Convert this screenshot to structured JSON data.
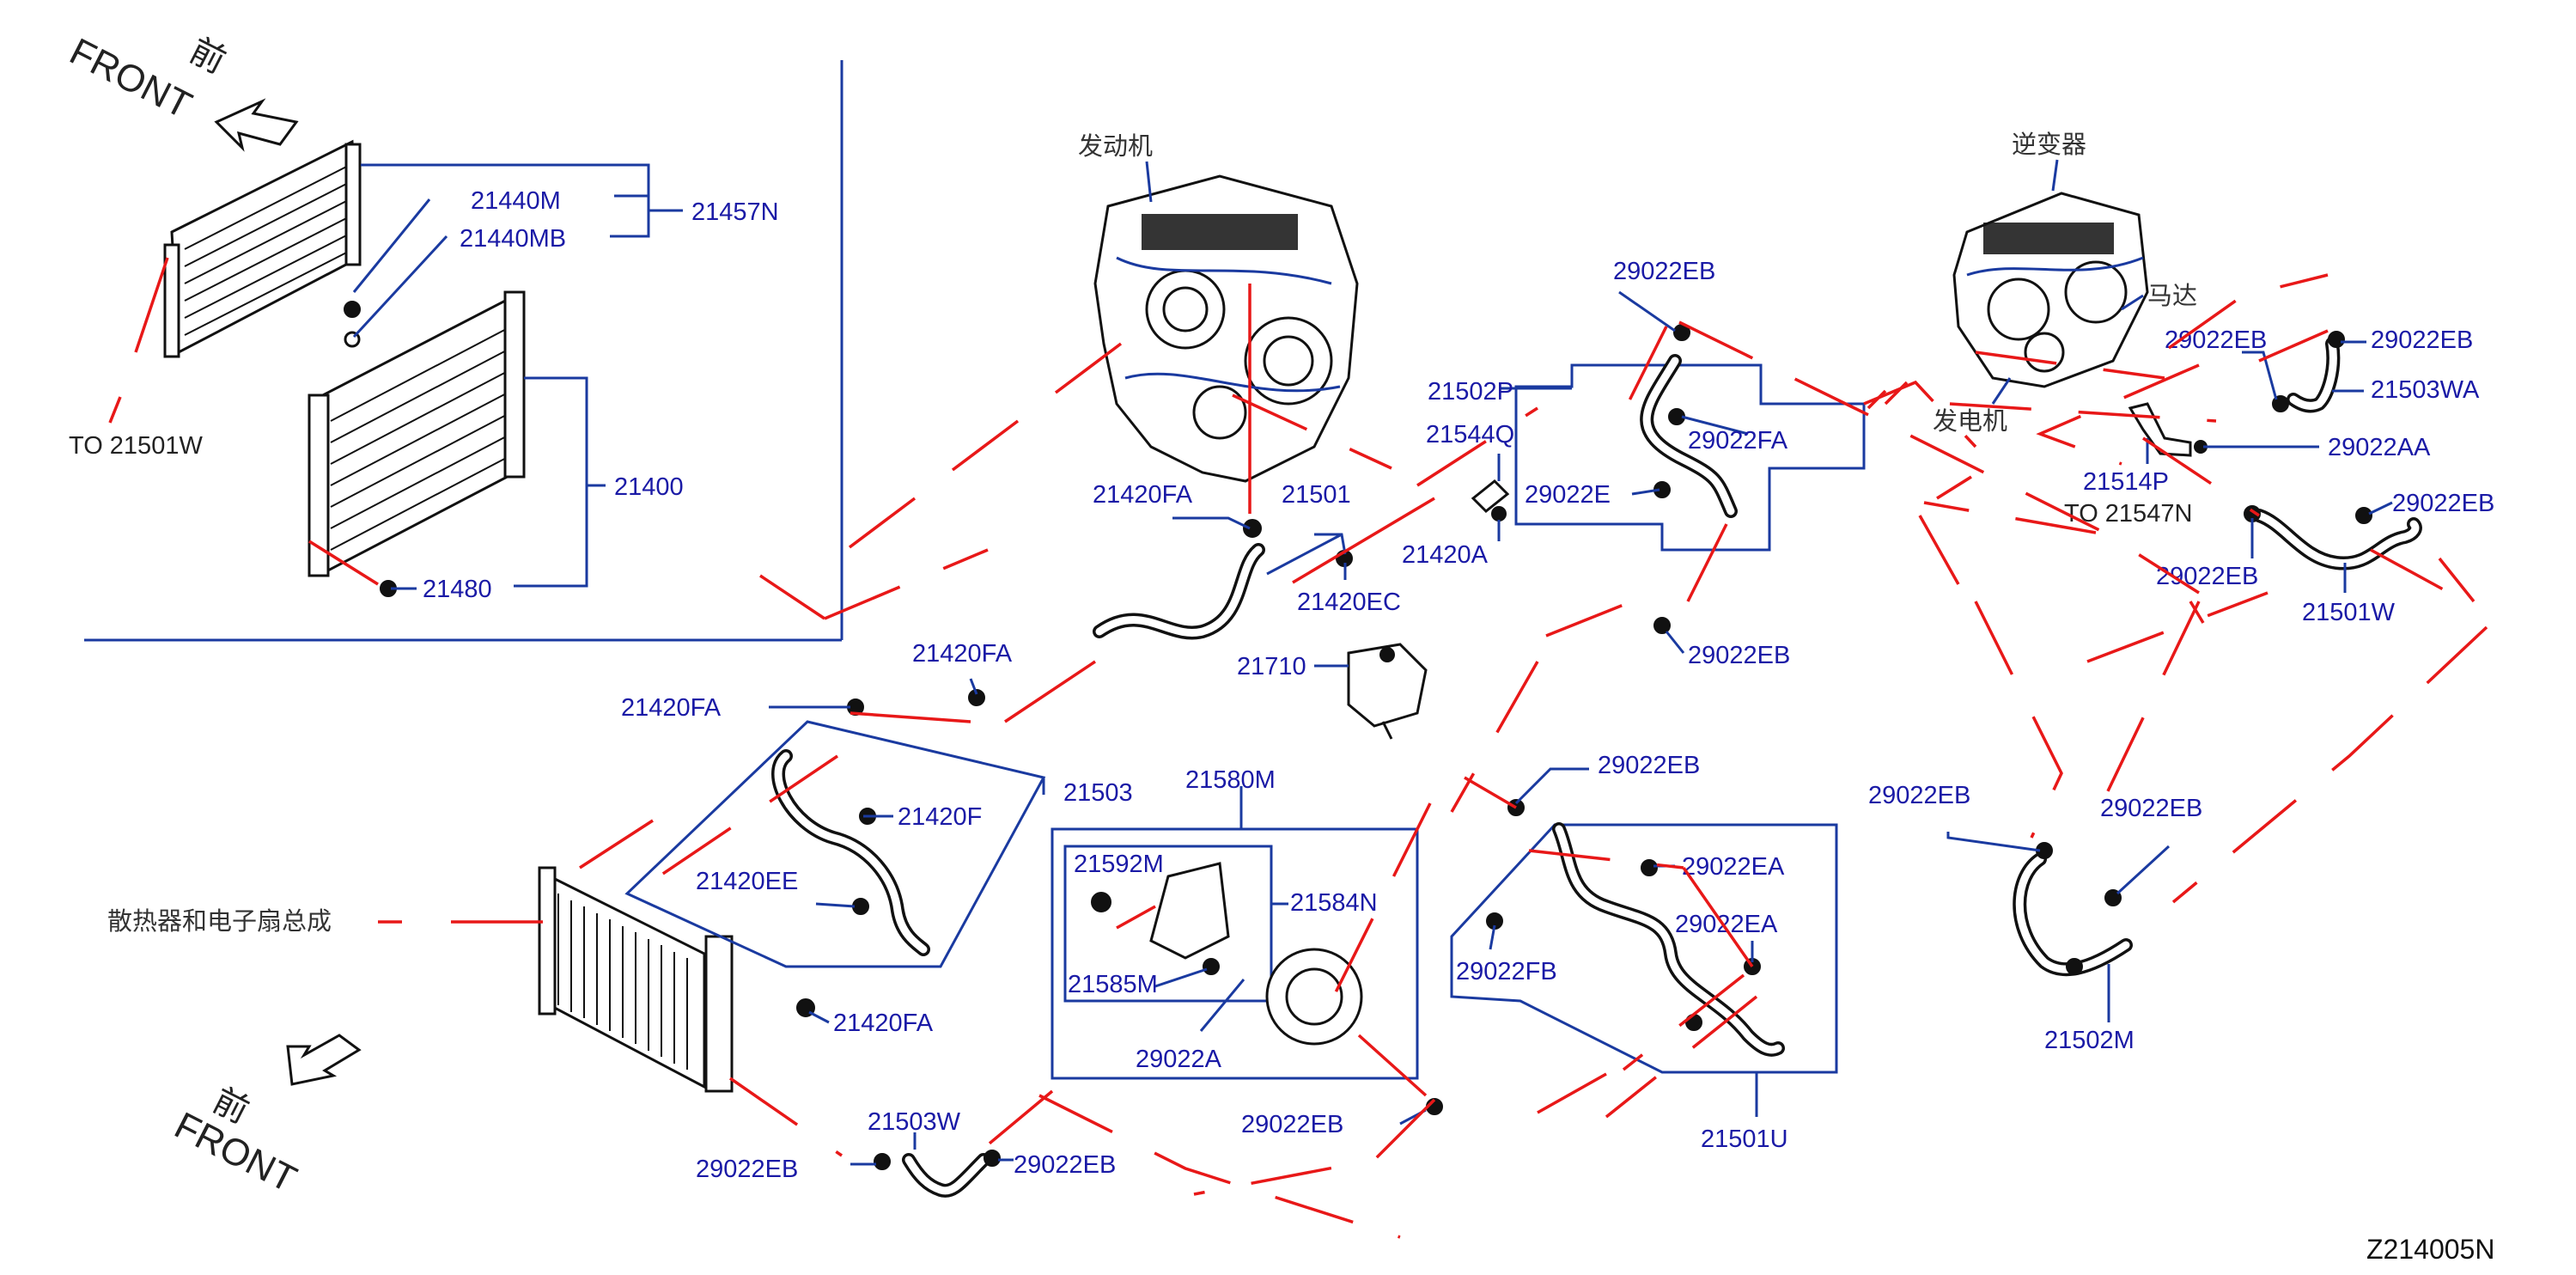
{
  "diagram_code": "Z214005N",
  "front_markers": {
    "top_cn": "前",
    "top_en": "FRONT",
    "bottom_cn": "前",
    "bottom_en": "FRONT"
  },
  "component_labels": {
    "engine": "发动机",
    "inverter": "逆变器",
    "motor": "马达",
    "generator": "发电机",
    "radiator_assembly": "散热器和电子扇总成"
  },
  "reference_labels": {
    "to_21501w": "TO   21501W",
    "to_21547n": "TO   21547N"
  },
  "part_numbers": {
    "p21440M": "21440M",
    "p21440MB": "21440MB",
    "p21457N": "21457N",
    "p21400": "21400",
    "p21480": "21480",
    "p21420FA_engine": "21420FA",
    "p21501": "21501",
    "p21420EC": "21420EC",
    "p21710": "21710",
    "p21420FA_mid": "21420FA",
    "p21420FA_left": "21420FA",
    "p21503": "21503",
    "p21420F": "21420F",
    "p21420EE": "21420EE",
    "p21420FA_rad": "21420FA",
    "p21503W": "21503W",
    "p29022EB_503w_l": "29022EB",
    "p29022EB_503w_r": "29022EB",
    "p21580M": "21580M",
    "p21592M": "21592M",
    "p21584N": "21584N",
    "p21585M": "21585M",
    "p29022A": "29022A",
    "p29022EB_pump": "29022EB",
    "p29022EB_top": "29022EB",
    "p21502P": "21502P",
    "p21544Q": "21544Q",
    "p29022FA": "29022FA",
    "p29022E": "29022E",
    "p21420A": "21420A",
    "p29022EB_502p": "29022EB",
    "p29022EB_501u": "29022EB",
    "p29022EA_1": "29022EA",
    "p29022EA_2": "29022EA",
    "p29022FB": "29022FB",
    "p21501U": "21501U",
    "p29022EB_inv1": "29022EB",
    "p29022EB_inv2": "29022EB",
    "p21503WA": "21503WA",
    "p29022AA": "29022AA",
    "p21514P": "21514P",
    "p29022EB_inv3": "29022EB",
    "p29022EB_inv4": "29022EB",
    "p21501W": "21501W",
    "p29022EB_502m_l": "29022EB",
    "p29022EB_502m_r": "29022EB",
    "p21502M": "21502M"
  }
}
